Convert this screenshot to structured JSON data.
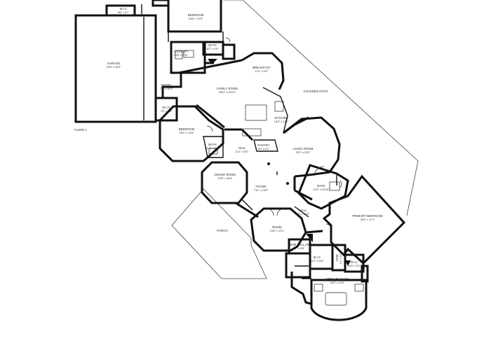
{
  "floor_label": "FLOOR 1",
  "rooms": [
    {
      "id": "wic-top",
      "name": "W.I.C",
      "dims": "8'6\" x 4'7\""
    },
    {
      "id": "bedroom-top",
      "name": "BEDROOM",
      "dims": "15'8\" x 11'5\""
    },
    {
      "id": "garage",
      "name": "GARAGE",
      "dims": "24'8\" x 33'3\""
    },
    {
      "id": "laundry",
      "name": "LAUNDRY",
      "dims": "10'8\" x 7'11\""
    },
    {
      "id": "bath-small",
      "name": "BATH",
      "dims": "8'2\" x 4'9\""
    },
    {
      "id": "breakfast",
      "name": "BREAKFAST",
      "dims": "12'1\" x 9'2\""
    },
    {
      "id": "family-room",
      "name": "FAMILY ROOM",
      "dims": "28'11\" x 24'10\""
    },
    {
      "id": "covered-patio",
      "name": "COVERED PATIO",
      "dims": ""
    },
    {
      "id": "entry",
      "name": "ENTRY",
      "dims": "7'7\" x 10'3\""
    },
    {
      "id": "wic-left",
      "name": "W.I.C",
      "dims": "7'6\" x 5'8\""
    },
    {
      "id": "bedroom-left",
      "name": "BEDROOM",
      "dims": "19'0\" x 14'5\""
    },
    {
      "id": "kitchen",
      "name": "KITCHEN",
      "dims": "13'8\" x 11'7\""
    },
    {
      "id": "bath-left",
      "name": "BATH",
      "dims": "11'3\" x 8'1\""
    },
    {
      "id": "hall-1",
      "name": "HALL",
      "dims": "21'1\" x 5'2\""
    },
    {
      "id": "pantry",
      "name": "PANTRY",
      "dims": "4'0\" x 6'1\""
    },
    {
      "id": "living-room",
      "name": "LIVING ROOM",
      "dims": "22'2\" x 24'2\""
    },
    {
      "id": "dining-room",
      "name": "DINING ROOM",
      "dims": "12'8\" x 16'9\""
    },
    {
      "id": "foyer",
      "name": "FOYER",
      "dims": "7'11\" x 14'5\""
    },
    {
      "id": "bath-primary",
      "name": "BATH",
      "dims": "10'0\" x 10'10\""
    },
    {
      "id": "hall-2",
      "name": "HALL",
      "dims": "4'1\" x 10'9\""
    },
    {
      "id": "primary-bedroom",
      "name": "PRIMARY BEDROOM",
      "dims": "20'0\" x 17'1\""
    },
    {
      "id": "porch",
      "name": "PORCH",
      "dims": ""
    },
    {
      "id": "room",
      "name": "ROOM",
      "dims": "10'8\" x 12'1\""
    },
    {
      "id": "wine-cellar",
      "name": "WINE CELLAR",
      "dims": "9'2\" x 4'8\""
    },
    {
      "id": "side",
      "name": "SIDE",
      "dims": "4'1\" x 5'10\""
    },
    {
      "id": "wic-center",
      "name": "W.I.C",
      "dims": "10'7\" x 9'6\""
    },
    {
      "id": "wic-right",
      "name": "W.I.C",
      "dims": "9'10\" x 6'1\""
    },
    {
      "id": "primary-bath",
      "name": "PRIMARY BATH",
      "dims": "16'0\" x 14'2\""
    }
  ]
}
